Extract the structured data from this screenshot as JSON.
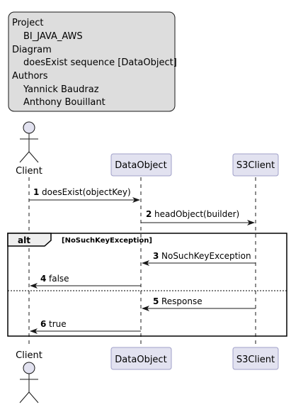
{
  "note": {
    "lines": [
      "Project",
      "BI_JAVA_AWS",
      "Diagram",
      "doesExist sequence [DataObject]",
      "Authors",
      "Yannick Baudraz",
      "Anthony Bouillant"
    ]
  },
  "participants": {
    "client": "Client",
    "dataobject": "DataObject",
    "s3client": "S3Client"
  },
  "messages": [
    {
      "num": "1",
      "label": "doesExist(objectKey)"
    },
    {
      "num": "2",
      "label": "headObject(builder)"
    },
    {
      "num": "3",
      "label": "NoSuchKeyException"
    },
    {
      "num": "4",
      "label": "false"
    },
    {
      "num": "5",
      "label": "Response"
    },
    {
      "num": "6",
      "label": "true"
    }
  ],
  "fragment": {
    "keyword": "alt",
    "condition": "[NoSuchKeyException]"
  },
  "colors": {
    "note_fill": "#DDDDDD",
    "participant_fill": "#E2E2F0",
    "participant_border": "#A0A0C8",
    "actor_fill": "#E2E2F0",
    "line": "#181818"
  }
}
